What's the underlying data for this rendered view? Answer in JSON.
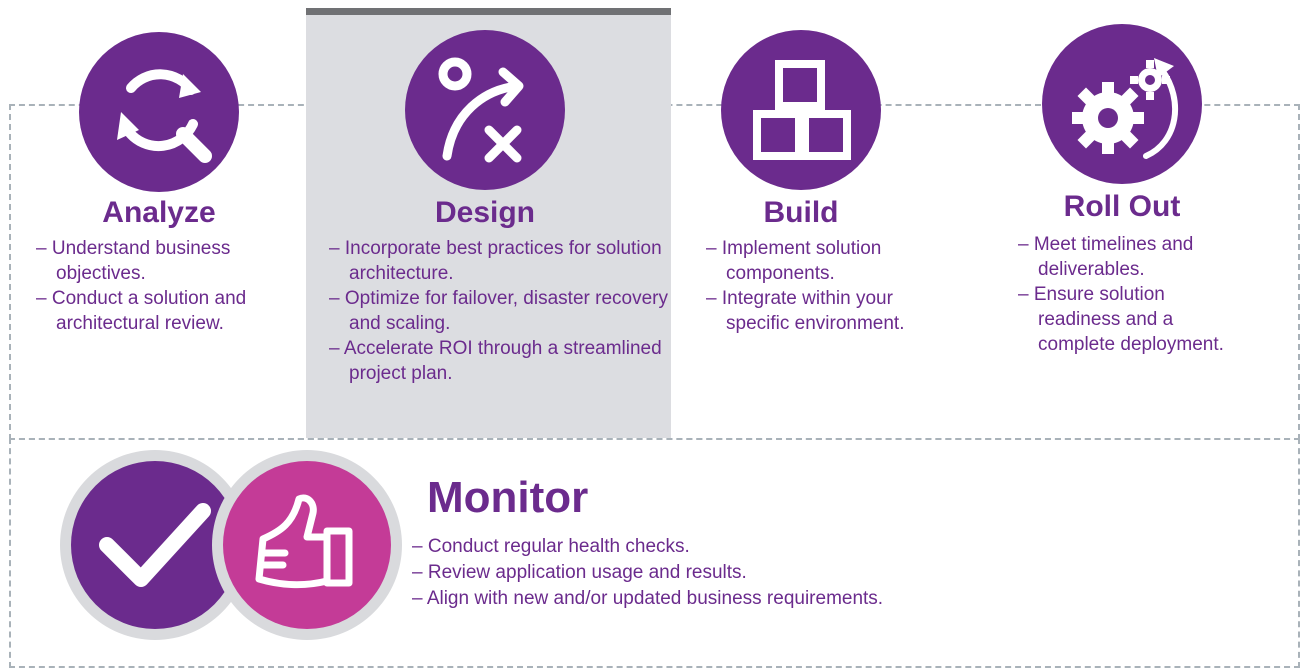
{
  "phases": [
    {
      "title": "Analyze",
      "icon": "refresh-magnifier-icon",
      "items": [
        "Understand business objectives.",
        "Conduct a solution and architectural review."
      ]
    },
    {
      "title": "Design",
      "icon": "strategy-path-icon",
      "items": [
        "Incorporate best practices for solution architecture.",
        "Optimize for failover, disaster recovery and scaling.",
        "Accelerate ROI through a streamlined project plan."
      ]
    },
    {
      "title": "Build",
      "icon": "stacked-blocks-icon",
      "items": [
        "Implement solution components.",
        "Integrate within your specific environment."
      ]
    },
    {
      "title": "Roll Out",
      "icon": "gears-cycle-icon",
      "items": [
        "Meet timelines and deliverables.",
        "Ensure solution readiness and a complete deployment."
      ]
    }
  ],
  "monitor": {
    "title": "Monitor",
    "icons": [
      "checkmark-icon",
      "thumbs-up-icon"
    ],
    "items": [
      "Conduct regular health checks.",
      "Review application usage and results.",
      "Align with new and/or updated business requirements."
    ]
  },
  "colors": {
    "purple": "#6b2b8d",
    "magenta": "#c43b97",
    "highlight": "#dcdde1",
    "highlight_bar": "#707174",
    "dash": "#a9b2b9"
  }
}
